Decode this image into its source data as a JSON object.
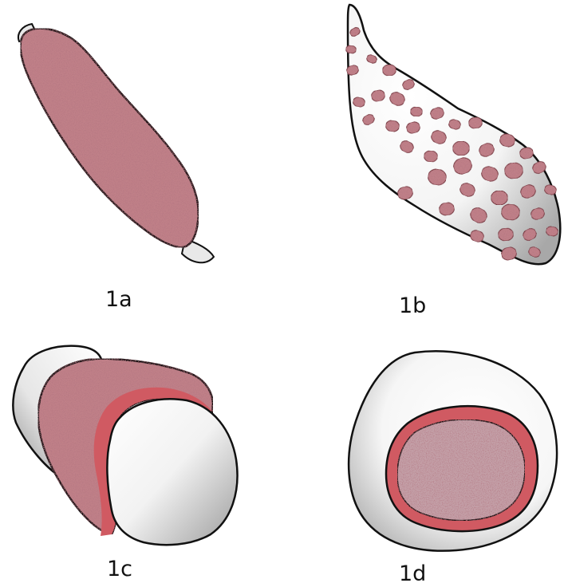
{
  "colors": {
    "stain": "#c08088",
    "stain_dark": "#8a4a52",
    "stain_rim": "#d05a62",
    "outline": "#111111",
    "cell_light": "#ffffff",
    "cell_shade": "#9a9a9a"
  },
  "panels": [
    {
      "id": "1a",
      "label": "1a"
    },
    {
      "id": "1b",
      "label": "1b"
    },
    {
      "id": "1c",
      "label": "1c"
    },
    {
      "id": "1d",
      "label": "1d"
    }
  ]
}
